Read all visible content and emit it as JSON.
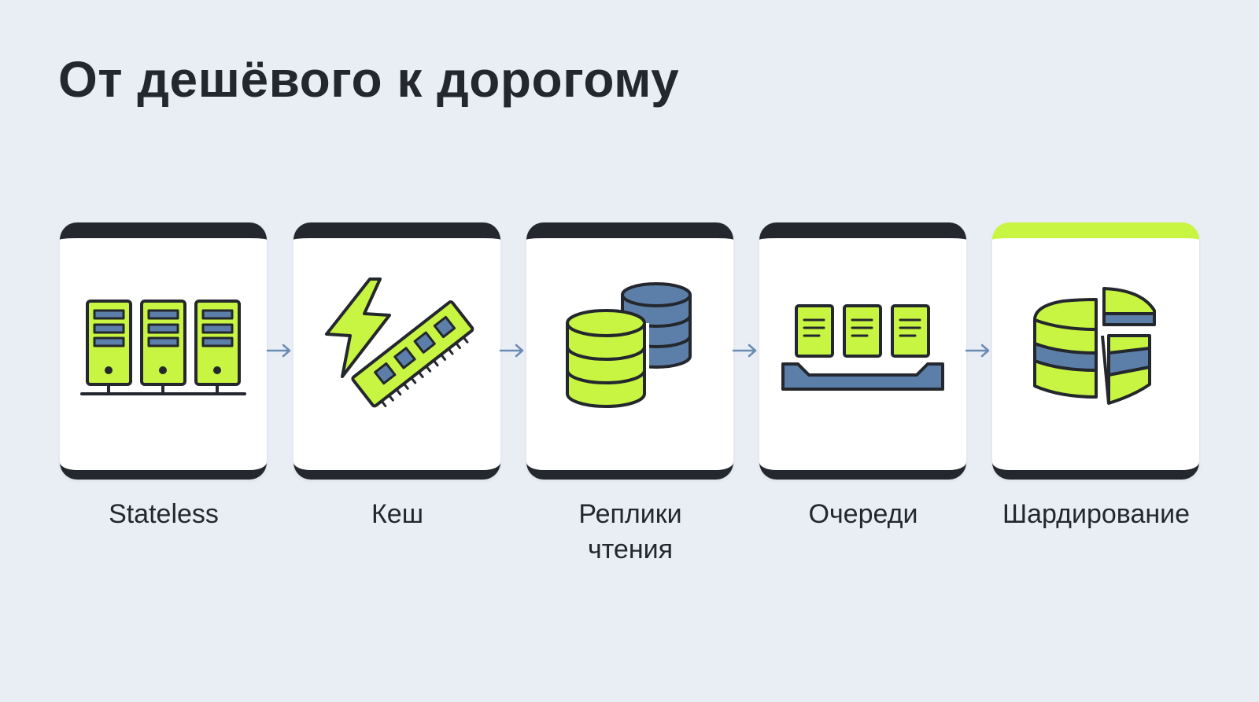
{
  "title": "От дешёвого к дорогому",
  "colors": {
    "lime": "#c8f542",
    "blue": "#5b7fa8",
    "dark": "#24272d",
    "arrow": "#6b8bb5",
    "background": "#e9eef4"
  },
  "steps": [
    {
      "label_lines": [
        "Stateless"
      ],
      "icon": "server-rack-icon",
      "accent": false
    },
    {
      "label_lines": [
        "Кеш"
      ],
      "icon": "ram-lightning-icon",
      "accent": false
    },
    {
      "label_lines": [
        "Реплики",
        "чтения"
      ],
      "icon": "database-replicas-icon",
      "accent": false
    },
    {
      "label_lines": [
        "Очереди"
      ],
      "icon": "message-queue-tray-icon",
      "accent": false
    },
    {
      "label_lines": [
        "Шардирование"
      ],
      "icon": "sharded-database-icon",
      "accent": true
    }
  ]
}
